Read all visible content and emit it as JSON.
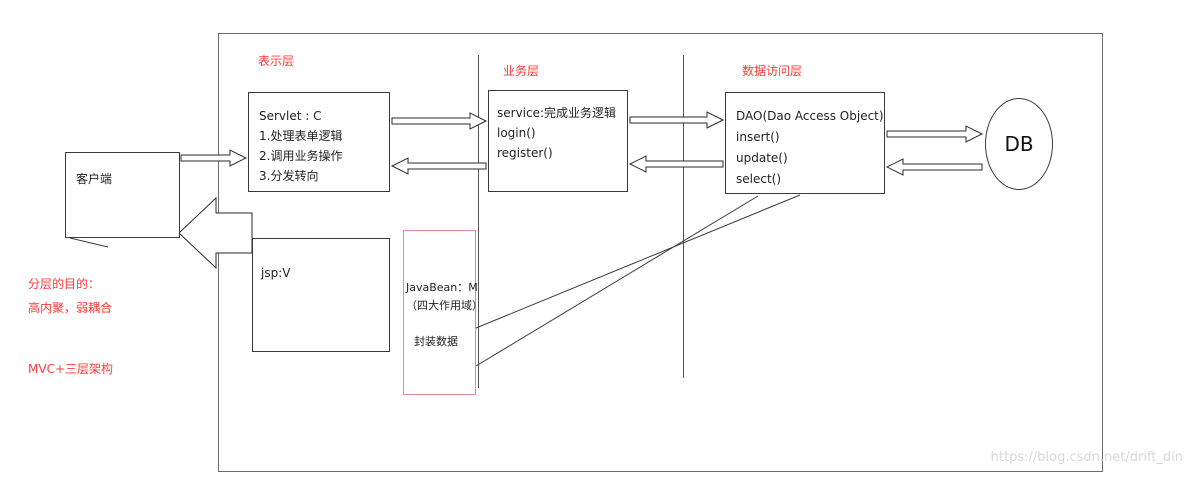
{
  "labels": {
    "presentation_layer": "表示层",
    "business_layer": "业务层",
    "data_access_layer": "数据访问层",
    "purpose_line1": "分层的目的：",
    "purpose_line2": "高内聚，弱耦合",
    "architecture_note": "MVC+三层架构"
  },
  "boxes": {
    "client": {
      "title": "客户端"
    },
    "servlet": {
      "title": "Servlet : C",
      "lines": [
        "1.处理表单逻辑",
        "2.调用业务操作",
        "3.分发转向"
      ]
    },
    "service": {
      "title": "service:完成业务逻辑",
      "lines": [
        "login()",
        "register()"
      ]
    },
    "dao": {
      "title": "DAO(Dao Access Object)",
      "lines": [
        "insert()",
        "update()",
        "select()"
      ]
    },
    "jsp": {
      "title": "jsp:V"
    },
    "javabean": {
      "lines": [
        "JavaBean：M",
        "（四大作用域）",
        "封装数据"
      ]
    },
    "db": {
      "title": "DB"
    }
  },
  "watermark": "https://blog.csdn.net/drift_din",
  "colors": {
    "accent_red": "#ff3b3b",
    "box_border": "#3a3a3a",
    "javabean_border": "#e88a8a",
    "watermark_gray": "#d9d9d9"
  }
}
